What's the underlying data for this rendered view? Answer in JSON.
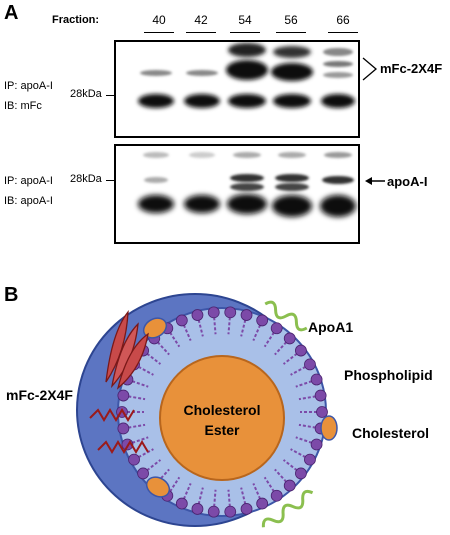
{
  "panel_a": {
    "letter": "A",
    "fraction_label": "Fraction:",
    "fractions": [
      "40",
      "42",
      "54",
      "56",
      "66"
    ],
    "top_blot": {
      "ip_label": "IP:  apoA-I",
      "ib_label": "IB:  mFc",
      "marker": "28kDa",
      "band_label": "mFc-2X4F"
    },
    "bottom_blot": {
      "ip_label": "IP:  apoA-I",
      "ib_label": "IB:  apoA-I",
      "marker": "28kDa",
      "band_label": "apoA-I"
    }
  },
  "panel_b": {
    "letter": "B",
    "labels": {
      "apoa1": "ApoA1",
      "phospholipid": "Phospholipid",
      "cholesterol": "Cholesterol",
      "mfc": "mFc-2X4F",
      "core_line1": "Cholesterol",
      "core_line2": "Ester"
    },
    "colors": {
      "particle_fill": "#a9c0e8",
      "particle_outline": "#3d56a8",
      "core_fill": "#e8913a",
      "core_outline": "#b8661d",
      "phospholipid_head": "#7c4aa8",
      "apoa1_helix": "#8bbf4f",
      "mfc_fill": "#c84a4a",
      "mfc_helix": "#9b1a1a"
    }
  }
}
